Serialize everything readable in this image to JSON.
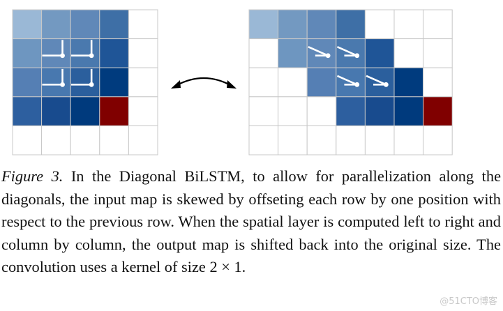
{
  "figure": {
    "left_grid": {
      "rows": 5,
      "cols": 5,
      "cells": [
        [
          "#9ab8d6",
          "#7399c1",
          "#6088b8",
          "#3e6fa6",
          "#ffffff"
        ],
        [
          "#6e96c0",
          "#6088b8",
          "#4a79ae",
          "#1f5597",
          "#ffffff"
        ],
        [
          "#557fb4",
          "#4878af",
          "#2b5f9d",
          "#003b7e",
          "#ffffff"
        ],
        [
          "#2d5f9f",
          "#184b8e",
          "#003a7d",
          "#800000",
          "#ffffff"
        ],
        [
          "#ffffff",
          "#ffffff",
          "#ffffff",
          "#ffffff",
          "#ffffff"
        ]
      ],
      "arrow_cells": [
        [
          1,
          1
        ],
        [
          1,
          2
        ],
        [
          2,
          1
        ],
        [
          2,
          2
        ]
      ]
    },
    "right_grid": {
      "rows": 5,
      "cols": 7,
      "cells": [
        [
          "#9ab8d6",
          "#7399c1",
          "#6088b8",
          "#3e6fa6",
          "#ffffff",
          "#ffffff",
          "#ffffff"
        ],
        [
          "#ffffff",
          "#6e96c0",
          "#6088b8",
          "#4a79ae",
          "#1f5597",
          "#ffffff",
          "#ffffff"
        ],
        [
          "#ffffff",
          "#ffffff",
          "#557fb4",
          "#4878af",
          "#2b5f9d",
          "#003b7e",
          "#ffffff"
        ],
        [
          "#ffffff",
          "#ffffff",
          "#ffffff",
          "#2d5f9f",
          "#184b8e",
          "#003a7d",
          "#800000"
        ],
        [
          "#ffffff",
          "#ffffff",
          "#ffffff",
          "#ffffff",
          "#ffffff",
          "#ffffff",
          "#ffffff"
        ]
      ],
      "arrow_cells": [
        [
          1,
          2
        ],
        [
          1,
          3
        ],
        [
          2,
          3
        ],
        [
          2,
          4
        ]
      ]
    },
    "grid_line_color": "#c8c8c8",
    "arrow_color": "#ffffff",
    "transform_arrow_color": "#000000"
  },
  "caption": {
    "label": "Figure 3.",
    "text": " In the Diagonal BiLSTM, to allow for parallelization along the diagonals, the input map is skewed by offseting each row by one position with respect to the previous row.  When the spatial layer is computed left to right and column by column, the output map is shifted back into the original size. The convolution uses a kernel of size 2 × 1."
  },
  "watermark": "@51CTO博客"
}
